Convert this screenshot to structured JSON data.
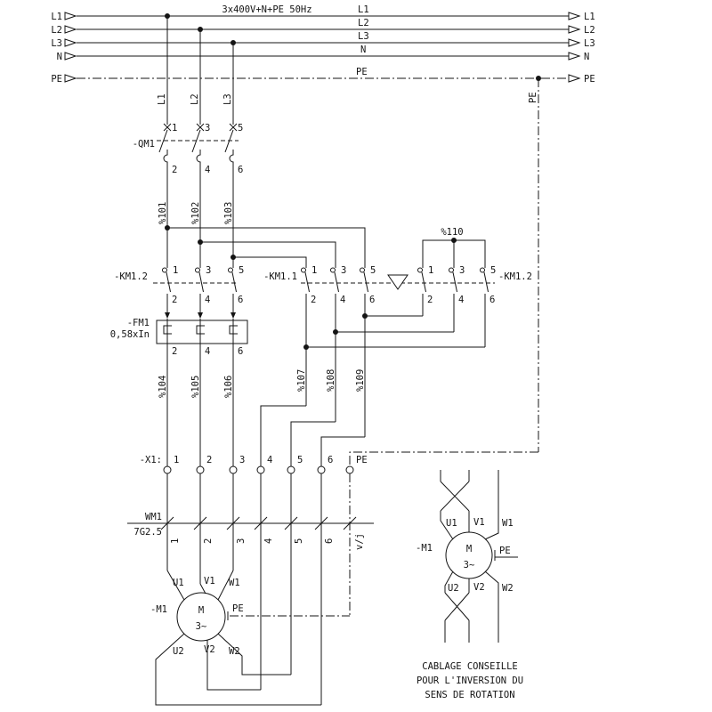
{
  "note": "3x400V+N+PE 50Hz",
  "bus_names": [
    "L1",
    "L2",
    "L3",
    "N",
    "PE"
  ],
  "drops": [
    "L1",
    "L2",
    "L3"
  ],
  "pe_label": "PE",
  "wire_numbers": [
    "%101",
    "%102",
    "%103",
    "%104",
    "%105",
    "%106",
    "%107",
    "%108",
    "%109",
    "%110"
  ],
  "qm1": {
    "label": "-QM1",
    "top": [
      "1",
      "3",
      "5"
    ],
    "bottom": [
      "2",
      "4",
      "6"
    ]
  },
  "km12l": {
    "label": "-KM1.2",
    "top": [
      "1",
      "3",
      "5"
    ],
    "bottom": [
      "2",
      "4",
      "6"
    ]
  },
  "km11": {
    "label": "-KM1.1",
    "top": [
      "1",
      "3",
      "5"
    ],
    "bottom": [
      "2",
      "4",
      "6"
    ]
  },
  "km12r": {
    "label": "-KM1.2",
    "top": [
      "1",
      "3",
      "5"
    ],
    "bottom": [
      "2",
      "4",
      "6"
    ]
  },
  "fm1": {
    "label": "-FM1",
    "setting": "0,58xIn",
    "bottom": [
      "2",
      "4",
      "6"
    ]
  },
  "x1": {
    "label": "-X1:",
    "terminals": [
      "1",
      "2",
      "3",
      "4",
      "5",
      "6",
      "PE"
    ]
  },
  "wm1": {
    "label": "WM1",
    "spec": "7G2.5",
    "conductors": [
      "1",
      "2",
      "3",
      "4",
      "5",
      "6",
      "v/j"
    ]
  },
  "m1": {
    "label": "-M1",
    "letter": "M",
    "phases": "3~",
    "pe": "PE",
    "top": [
      "U1",
      "V1",
      "W1"
    ],
    "bottom": [
      "U2",
      "V2",
      "W2"
    ]
  },
  "advice": {
    "caption": [
      "CABLAGE CONSEILLE",
      "POUR L'INVERSION DU",
      "SENS DE ROTATION"
    ]
  }
}
